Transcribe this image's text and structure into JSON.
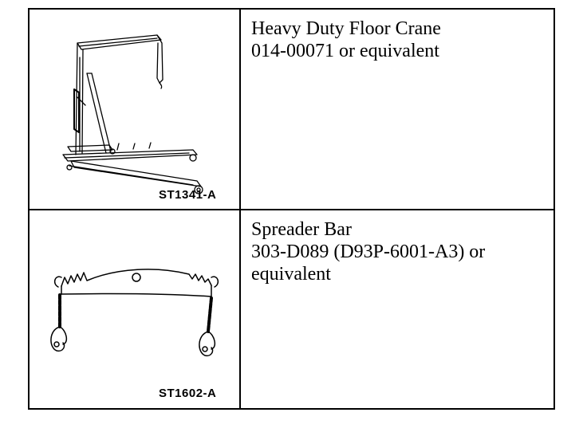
{
  "rows": [
    {
      "figure_code": "ST1341-A",
      "lines": [
        "Heavy Duty Floor Crane",
        "014-00071 or equivalent"
      ]
    },
    {
      "figure_code": "ST1602-A",
      "lines": [
        "Spreader Bar",
        "303-D089 (D93P-6001-A3) or",
        "equivalent"
      ]
    }
  ]
}
